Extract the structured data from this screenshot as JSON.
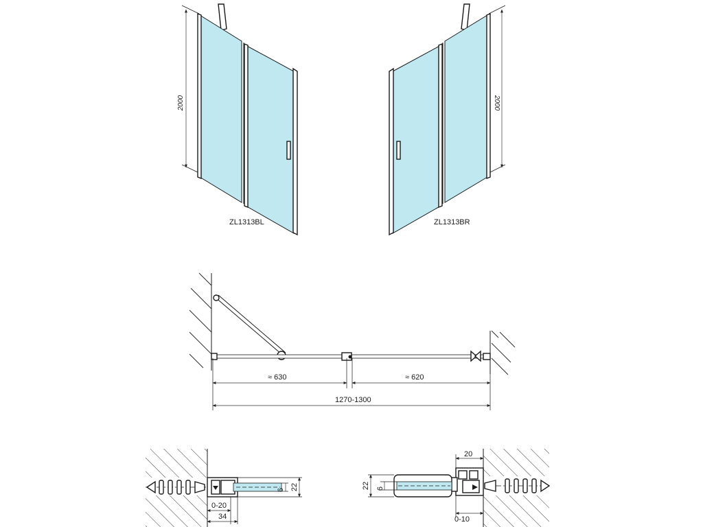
{
  "elevations": {
    "left_model": "ZL1313BL",
    "right_model": "ZL1313BR",
    "left_height": "2000",
    "right_height": "2000"
  },
  "plan": {
    "left_panel": "≈ 630",
    "right_panel": "≈ 620",
    "total_width": "1270-1300"
  },
  "details": {
    "left": {
      "glass": "6",
      "profile_depth": "22",
      "adjust": "0-20",
      "width": "34"
    },
    "right": {
      "top_width": "20",
      "profile_depth": "22",
      "glass": "6",
      "adjust": "0-10"
    }
  },
  "colors": {
    "glass": "#bfe8f0",
    "line": "#1a1a1a"
  }
}
